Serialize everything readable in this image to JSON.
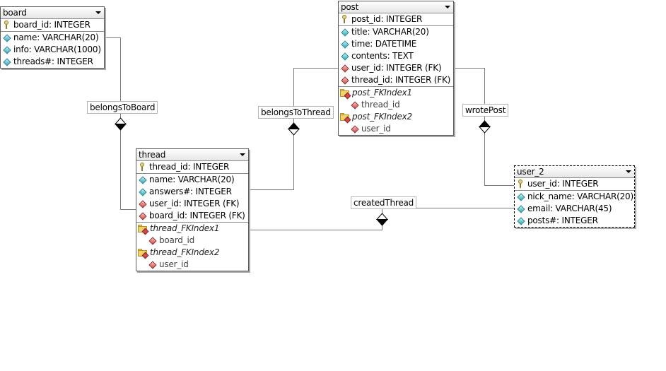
{
  "tables": {
    "board": {
      "name": "board",
      "pk": "board_id: INTEGER",
      "attrs": [
        "name: VARCHAR(20)",
        "info: VARCHAR(1000)",
        "threads#: INTEGER"
      ]
    },
    "post": {
      "name": "post",
      "pk": "post_id: INTEGER",
      "attrs": [
        "title: VARCHAR(20)",
        "time: DATETIME",
        "contents: TEXT"
      ],
      "fks": [
        "user_id: INTEGER (FK)",
        "thread_id: INTEGER (FK)"
      ],
      "indexes": [
        {
          "name": "post_FKIndex1",
          "column": "thread_id"
        },
        {
          "name": "post_FKIndex2",
          "column": "user_id"
        }
      ]
    },
    "thread": {
      "name": "thread",
      "pk": "thread_id: INTEGER",
      "attrs": [
        "name: VARCHAR(20)",
        "answers#: INTEGER"
      ],
      "fks": [
        "user_id: INTEGER (FK)",
        "board_id: INTEGER (FK)"
      ],
      "indexes": [
        {
          "name": "thread_FKIndex1",
          "column": "board_id"
        },
        {
          "name": "thread_FKIndex2",
          "column": "user_id"
        }
      ]
    },
    "user_2": {
      "name": "user_2",
      "pk": "user_id: INTEGER",
      "attrs": [
        "nick_name: VARCHAR(20)",
        "email: VARCHAR(45)",
        "posts#: INTEGER"
      ]
    }
  },
  "relations": {
    "belongsToBoard": "belongsToBoard",
    "belongsToThread": "belongsToThread",
    "wrotePost": "wrotePost",
    "createdThread": "createdThread"
  },
  "colors": {
    "line": "#7a7a7a",
    "attr_icon": "#2fa9b5",
    "fk_icon": "#c84848",
    "key_icon": "#e8d27a",
    "folder_icon": "#f1d36b"
  }
}
